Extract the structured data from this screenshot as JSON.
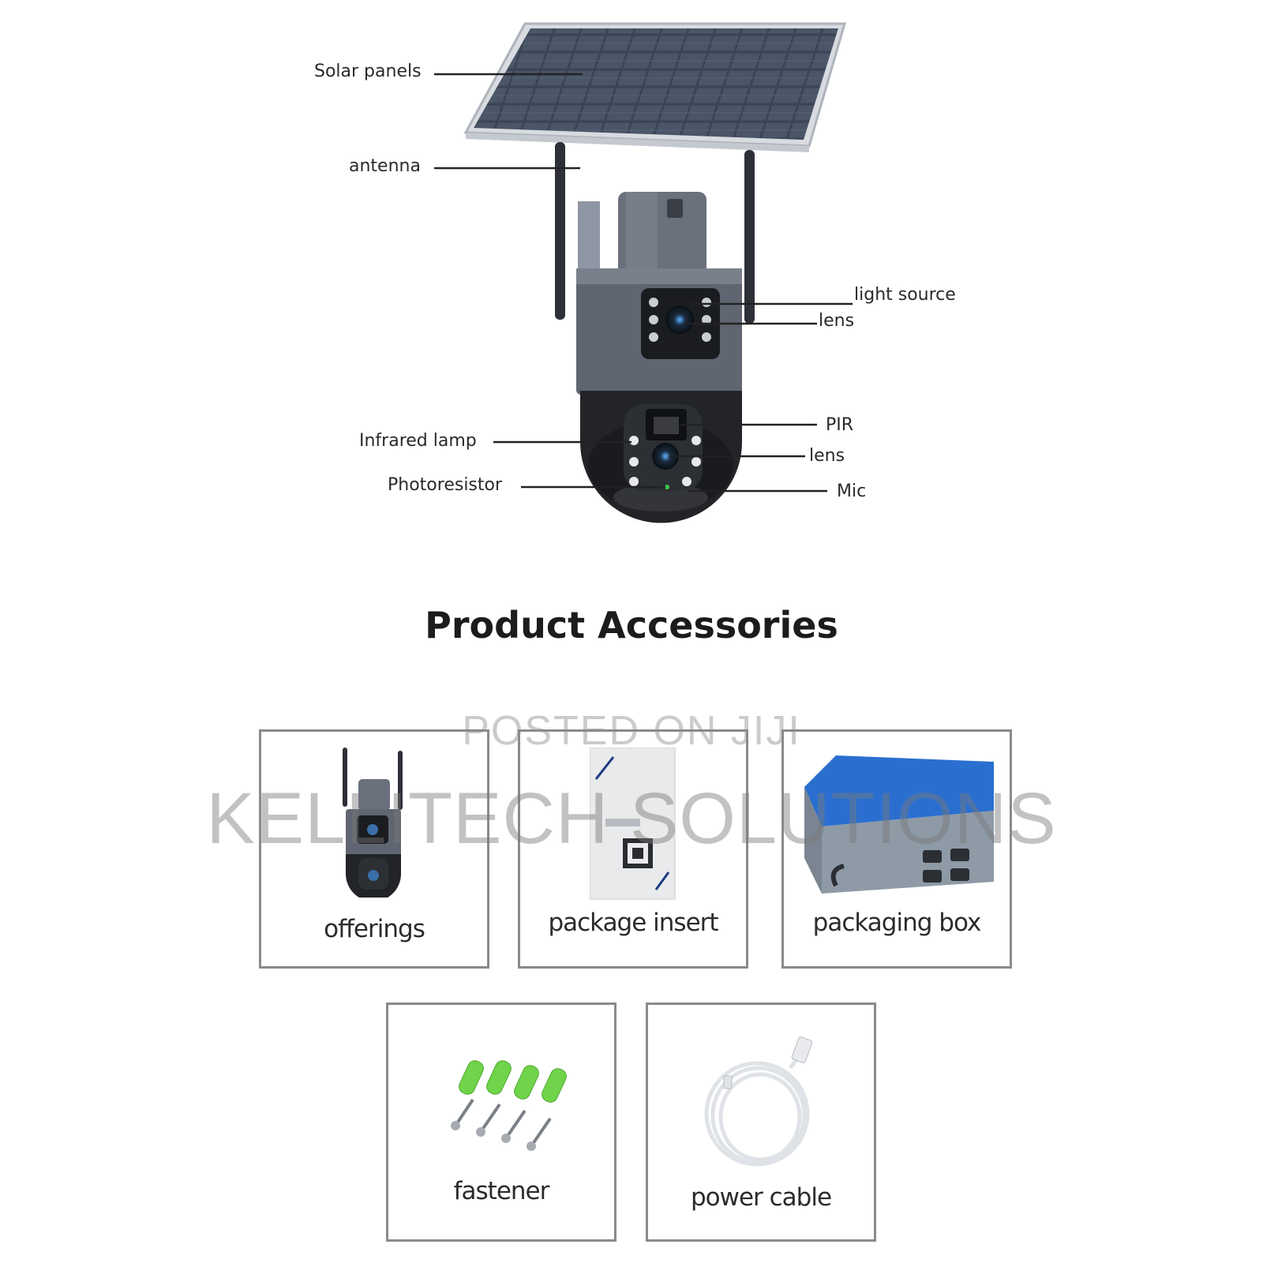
{
  "diagram": {
    "labels": {
      "solar_panels": "Solar panels",
      "antenna": "antenna",
      "light_source": "light source",
      "lens_top": "lens",
      "infrared_lamp": "Infrared lamp",
      "photoresistor": "Photoresistor",
      "pir": "PIR",
      "lens_bottom": "lens",
      "mic": "Mic"
    }
  },
  "section_title": "Product Accessories",
  "accessories": [
    {
      "label": "offerings",
      "icon": "camera-icon"
    },
    {
      "label": "package insert",
      "icon": "manual-icon"
    },
    {
      "label": "packaging box",
      "icon": "box-icon"
    },
    {
      "label": "fastener",
      "icon": "screws-icon"
    },
    {
      "label": "power cable",
      "icon": "cable-icon"
    }
  ],
  "watermark": {
    "line1": "POSTED ON JIJI",
    "line2": "KELLITECH SOLUTIONS"
  },
  "colors": {
    "panel_blue": "#3a4352",
    "camera_gray": "#5d6370",
    "camera_black": "#1f2124",
    "box_blue": "#2a6fd0",
    "anchor_green": "#6fd44a"
  }
}
